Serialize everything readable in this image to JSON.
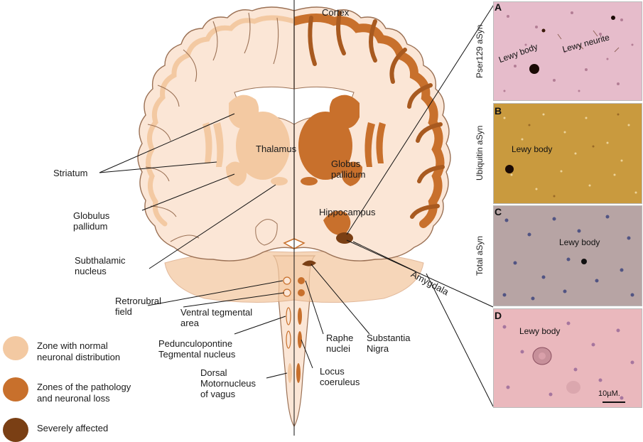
{
  "colors": {
    "normal": "#f3c9a2",
    "pathology": "#c8702c",
    "severe": "#7a3f14",
    "tissue_light": "#fbe6d6",
    "outline": "#9b7155"
  },
  "regions_left": {
    "striatum": "Striatum",
    "globulus_pallidum": "Globulus\npallidum",
    "subthalamic_nucleus": "Subthalamic\nnucleus",
    "retrorubral_field": "Retrorubral\nfield"
  },
  "regions_center": {
    "thalamus": "Thalamus",
    "globus_pallidum": "Globus\npallidum",
    "hippocampus": "Hippocampus",
    "cortex": "Cortex",
    "amygdala": "Amygdala",
    "ventral_tegmental_area": "Ventral tegmental\narea",
    "pedunculopontine": "Pedunculopontine\nTegmental nucleus",
    "raphe_nuclei": "Raphe\nnuclei",
    "substantia_nigra": "Substantia\nNigra",
    "dorsal_motor_vagus": "Dorsal\nMotornucleus\nof vagus",
    "locus_coeruleus": "Locus\ncoeruleus"
  },
  "legend": [
    {
      "label": "Zone with normal\nneuronal  distribution",
      "color": "#f3c9a2"
    },
    {
      "label": "Zones of the pathology\nand neuronal loss",
      "color": "#c8702c"
    },
    {
      "label": "Severely affected",
      "color": "#7a3f14"
    }
  ],
  "panels": [
    {
      "letter": "A",
      "stain": "Pser129 aSyn",
      "labels": [
        "Lewy body",
        "Lewy neurite"
      ]
    },
    {
      "letter": "B",
      "stain": "Ubiquitin aSyn",
      "labels": [
        "Lewy body"
      ]
    },
    {
      "letter": "C",
      "stain": "Total aSyn",
      "labels": [
        "Lewy body"
      ]
    },
    {
      "letter": "D",
      "stain": "",
      "labels": [
        "Lewy body"
      ],
      "scale_bar": "10µM."
    }
  ]
}
